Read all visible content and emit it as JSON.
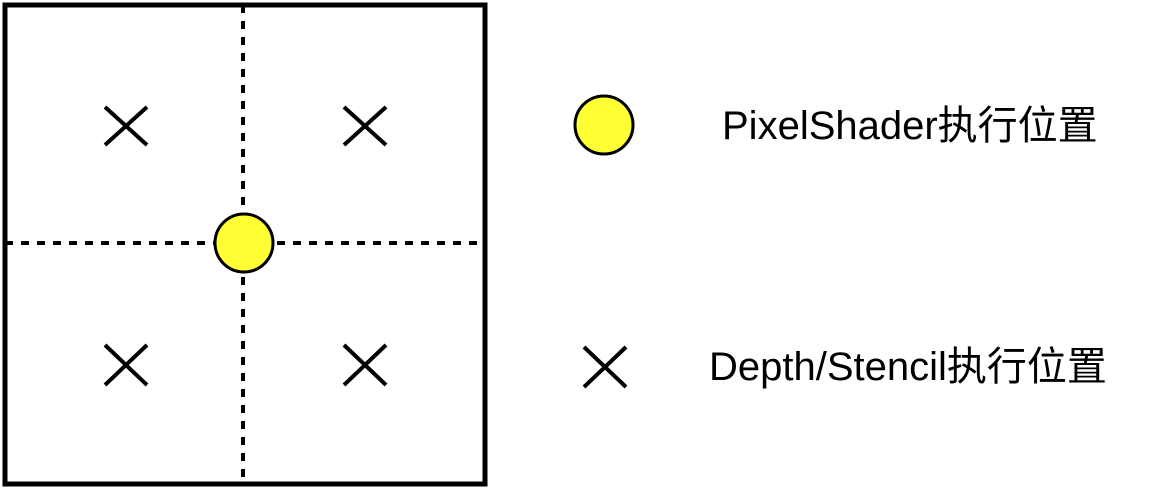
{
  "legend": {
    "pixel_shader_label": "PixelShader执行位置",
    "depth_stencil_label": "Depth/Stencil执行位置"
  },
  "colors": {
    "shader_point_fill": "#FFFF33",
    "stroke": "#000000",
    "background": "#FFFFFF"
  },
  "icons": {
    "pixel_shader_marker": "yellow-circle",
    "depth_stencil_marker": "cross"
  },
  "pixel": {
    "subsample_count": 4,
    "shader_sample_count": 1
  }
}
